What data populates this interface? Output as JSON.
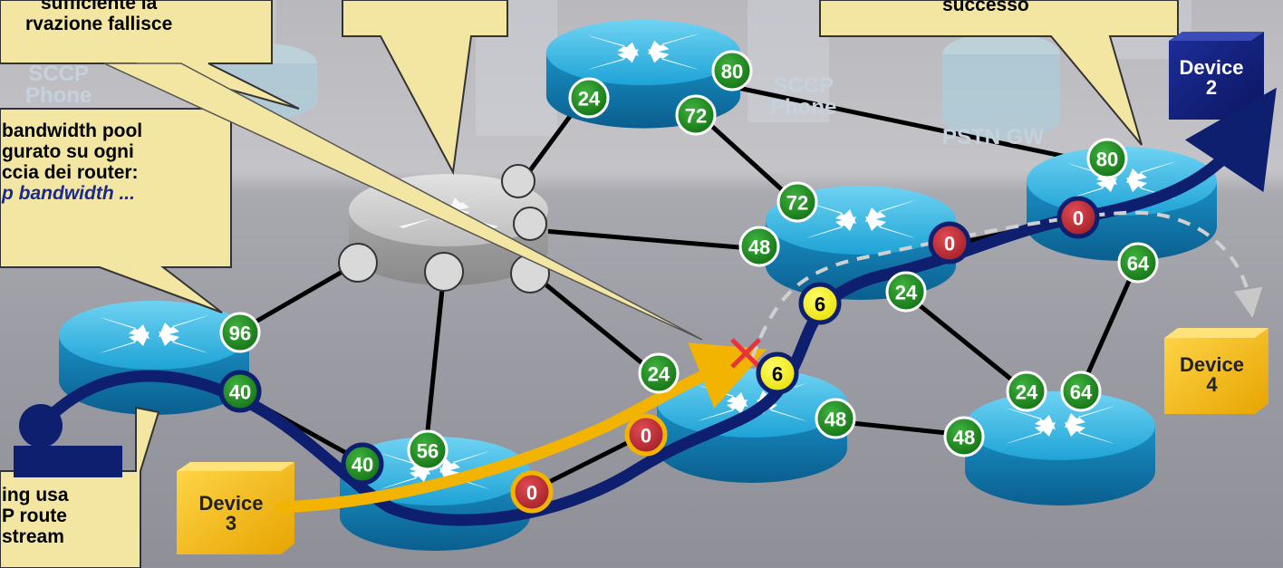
{
  "callouts": {
    "top_left_line1": "sufficiente la",
    "top_left_line2": "rvazione fallisce",
    "pool_line1": "bandwidth pool",
    "pool_line2": "gurato su ogni",
    "pool_line3": "ccia dei router:",
    "pool_line4": "p bandwidth ...",
    "top_right": "successo",
    "bottom_left_line1": "ing usa",
    "bottom_left_line2": "P route",
    "bottom_left_line3": "stream"
  },
  "background_labels": {
    "sccp_phone_left_1": "SCCP",
    "sccp_phone_left_2": "Phone",
    "sccp_phone_mid_1": "SCCP",
    "sccp_phone_mid_2": "Phone",
    "pstn_gw": "PSTN GW"
  },
  "devices": {
    "device2_line1": "Device",
    "device2_line2": "2",
    "device3_line1": "Device",
    "device3_line2": "3",
    "device4_line1": "Device",
    "device4_line2": "4"
  },
  "badges": {
    "top_router_left": "24",
    "top_router_right": "80",
    "top_router_below": "72",
    "mid_router_top": "72",
    "mid_router_left": "48",
    "mid_router_right": "0",
    "mid_router_bottom": "24",
    "right_router_top": "80",
    "right_router_left": "0",
    "right_router_bottom": "64",
    "left_router_top": "96",
    "left_router_bottom": "40",
    "bottom_router_left": "40",
    "bottom_router_top": "56",
    "bottom_router_right": "0",
    "center_router_left": "24",
    "center_router_red": "0",
    "center_router_yellow_top": "6",
    "center_router_yellow": "6",
    "center_router_right": "48",
    "br_router_left": "48",
    "br_router_top_left": "24",
    "br_router_top_right": "64"
  },
  "colors": {
    "green_badge": "#1f8a1f",
    "red_badge": "#c8333a",
    "yellow_badge": "#f7f000",
    "path_blue": "#0d1f6e",
    "path_gold": "#f2b400",
    "callout_fill": "#f3e6a3"
  }
}
